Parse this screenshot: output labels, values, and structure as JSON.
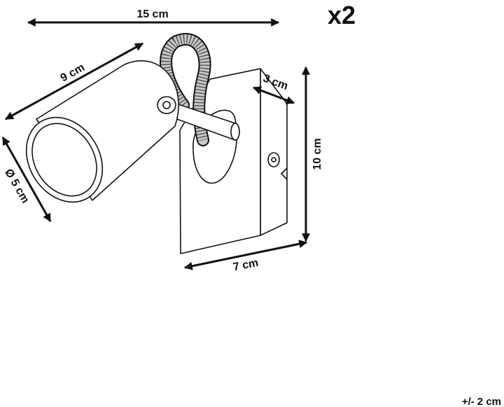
{
  "labels": {
    "quantity": "x2",
    "overall_width": "15 cm",
    "arm_length": "9 cm",
    "diameter": "Ø 5 cm",
    "depth": "3 cm",
    "height": "10 cm",
    "plate_width": "7 cm",
    "tolerance": "+/- 2 cm"
  },
  "colors": {
    "line": "#111111",
    "cable": "#c8c8c8",
    "background": "#ffffff"
  }
}
